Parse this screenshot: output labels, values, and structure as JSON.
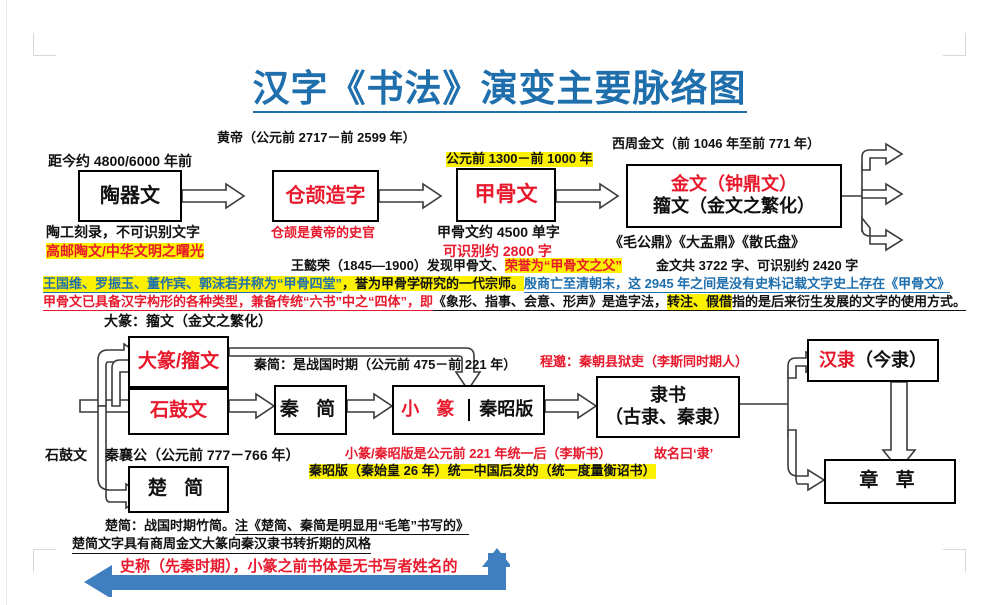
{
  "title": "汉字《书法》演变主要脉络图",
  "colors": {
    "title_blue": "#1f6fad",
    "accent_red": "#e8192c",
    "highlight_yellow": "#fcf003",
    "text_black": "#111111",
    "arrow_blue": "#3f7fbf"
  },
  "row1": {
    "label_huangdi": "黄帝（公元前 2717－前 2599 年）",
    "label_xizhou": "西周金文（前 1046 年至前 771 年）",
    "label_distance": "距今约 4800/6000 年前",
    "label_oracle_date": "公元前 1300－前 1000 年",
    "boxes": [
      {
        "name": "taoqiwen",
        "text": "陶器文",
        "color": "black"
      },
      {
        "name": "cangjie-zaozi",
        "text": "仓颉造字",
        "color": "red"
      },
      {
        "name": "jiaguwen",
        "text": "甲骨文",
        "color": "red"
      },
      {
        "name": "jinwen",
        "line1": "金文（钟鼎文）",
        "line2": "籀文（金文之繁化）"
      }
    ],
    "notes": {
      "tao_note1": "陶工刻录，不可识别文字",
      "tao_note2": "高邮陶文/中华文明之曙光",
      "cangjie_note": "仓颉是黄帝的史官",
      "jiagu_note1": "甲骨文约 4500 单字",
      "jiagu_note2": "可识别约 2800 字",
      "jinwen_note1": "《毛公鼎》《大盂鼎》《散氏盘》",
      "jinwen_note2": "金文共 3722 字、可识别约 2420 字"
    }
  },
  "annotations": {
    "line_wangyirong_a": "王懿荣（1845—1900）发现甲骨文、",
    "line_wangyirong_b": "荣誉为“甲骨文之父”",
    "line_sitang_a": "王国维、罗振玉、董作宾、郭沫若并称为“甲骨四堂”",
    "line_sitang_b": "，誉为甲骨学研究的一代宗师。",
    "line_sitang_c": "殷商亡至清朝末，这 2945 年之间是没有史料记载文字史上存在《甲骨文》",
    "line_liushu_a": "甲骨文已具备汉字构形的各种类型，兼备传统“六书”中之“四体”，即",
    "line_liushu_b": "《象形、指事、会意、形声》是造字法，",
    "line_liushu_c": "转注、假借",
    "line_liushu_d": "指的是后来衍生发展的文字的使用方式。",
    "dazhuan_note": "大篆：籀文（金文之繁化）",
    "qinjian_note": "秦简：是战国时期（公元前 475－前 221 年）",
    "chengmiao_note": "程邈：秦朝县狱吏（李斯同时期人）",
    "shigu_label": "石鼓文",
    "qinxianggong_note": "秦襄公（公元前 777－766 年）",
    "xiaozhuan_note1": "小篆/秦昭版是公元前 221 年统一后（李斯书）",
    "xiaozhuan_note2": "秦昭版（秦始皇 26 年）统一中国后发的（统一度量衡诏书）",
    "guming_note": "故名曰‘隶’",
    "chujian_note1": "楚简：战国时期竹简。",
    "chujian_note1b": "注《楚简、秦简是明显用“毛笔”书写的》",
    "chujian_note2": "楚简文字具有商周金文大篆向秦汉隶书转折期的风格",
    "bottom_note": "史称（先秦时期），小篆之前书体是无书写者姓名的"
  },
  "row2": {
    "boxes": [
      {
        "name": "dazhuan-zhouwen",
        "text": "大篆/籀文",
        "color": "red"
      },
      {
        "name": "shiguwen",
        "text": "石鼓文",
        "color": "red"
      },
      {
        "name": "qinjian",
        "text": "秦 简",
        "color": "black"
      },
      {
        "name": "xiaozhuan",
        "left": "小 篆",
        "right": "秦昭版"
      },
      {
        "name": "lishu",
        "line1": "隶书",
        "line2": "（古隶、秦隶）"
      },
      {
        "name": "hanli",
        "text": "汉隶（今隶）",
        "color": "mixed"
      },
      {
        "name": "zhangcao",
        "text": "章 草",
        "color": "black"
      },
      {
        "name": "chujian",
        "text": "楚 简",
        "color": "black"
      }
    ]
  }
}
